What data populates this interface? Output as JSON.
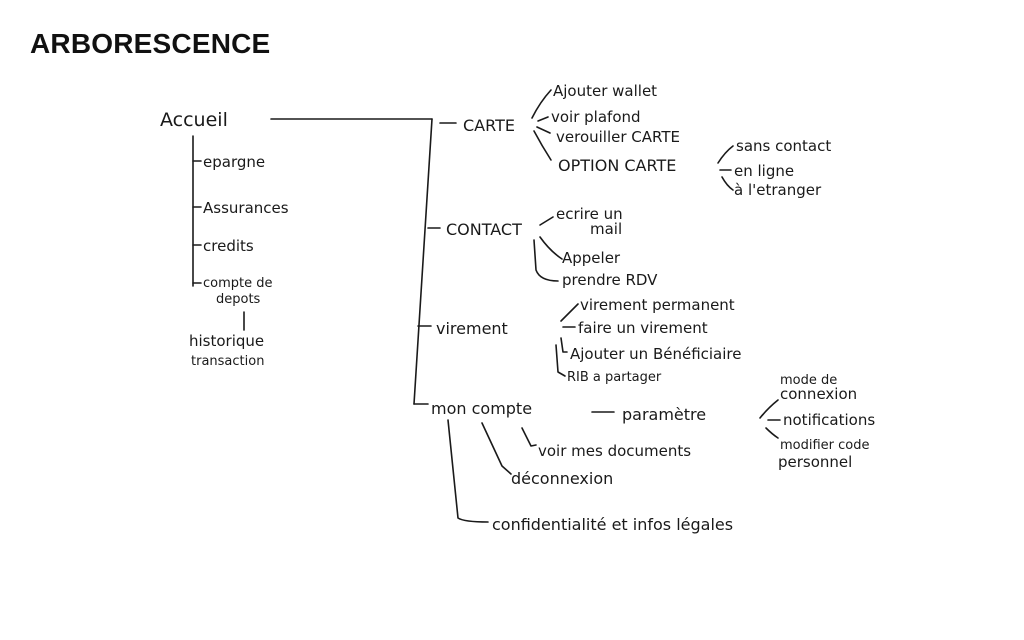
{
  "title": "ARBORESCENCE",
  "tree": {
    "root": "Accueil",
    "root_children": [
      "epargne",
      "Assurances",
      "credits",
      "compte de",
      "depots",
      "historique",
      "transaction"
    ],
    "branches": {
      "carte": {
        "label": "CARTE",
        "children": [
          "Ajouter wallet",
          "voir plafond",
          "verouiller CARTE",
          "OPTION CARTE"
        ],
        "option_children": [
          "sans contact",
          "en ligne",
          "à l'etranger"
        ]
      },
      "contact": {
        "label": "CONTACT",
        "children": [
          "ecrire un",
          "mail",
          "Appeler",
          "prendre RDV"
        ]
      },
      "virement": {
        "label": "virement",
        "children": [
          "virement permanent",
          "faire un virement",
          "Ajouter un Bénéficiaire",
          "RIB a partager"
        ]
      },
      "mon_compte": {
        "label": "mon compte",
        "parametre": "paramètre",
        "parametre_children": [
          "mode de",
          "connexion",
          "notifications",
          "modifier code",
          "personnel"
        ],
        "children": [
          "voir mes documents",
          "déconnexion",
          "confidentialité et infos légales"
        ]
      }
    }
  }
}
